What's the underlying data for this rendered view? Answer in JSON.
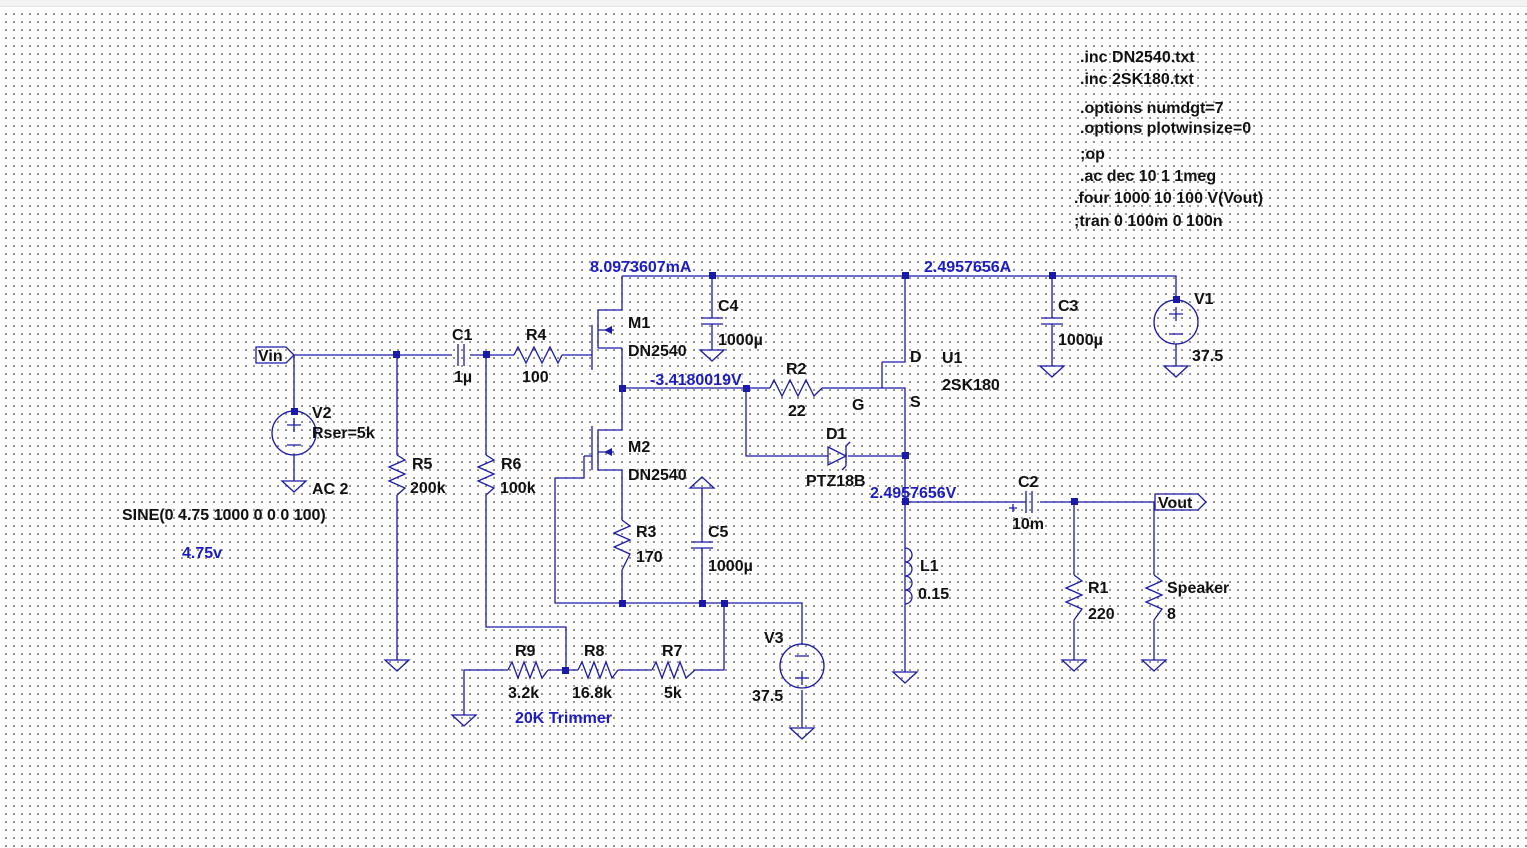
{
  "window": {
    "title": ""
  },
  "directives": [
    ".inc DN2540.txt",
    ".inc 2SK180.txt",
    ".options numdgt=7",
    ".options plotwinsize=0",
    ";op",
    ".ac dec 10 1 1meg",
    ".four 1000 10 100 V(Vout)",
    ";tran 0 100m 0 100n"
  ],
  "ports": {
    "vin": "Vin",
    "vout": "Vout"
  },
  "probes": {
    "supply_current": "8.0973607mA",
    "drain_current": "2.4957656A",
    "gate_voltage": "-3.4180019V",
    "output_voltage": "2.4957656V",
    "input_amplitude": "4.75v"
  },
  "components": {
    "V2": {
      "name": "V2",
      "param": "Rser=5k",
      "ac": "AC 2",
      "source": "SINE(0 4.75 1000 0 0 0 100)"
    },
    "C1": {
      "name": "C1",
      "value": "1µ"
    },
    "R4": {
      "name": "R4",
      "value": "100"
    },
    "R5": {
      "name": "R5",
      "value": "200k"
    },
    "R6": {
      "name": "R6",
      "value": "100k"
    },
    "M1": {
      "name": "M1",
      "model": "DN2540"
    },
    "M2": {
      "name": "M2",
      "model": "DN2540"
    },
    "C4": {
      "name": "C4",
      "value": "1000µ"
    },
    "C5": {
      "name": "C5",
      "value": "1000µ"
    },
    "R3": {
      "name": "R3",
      "value": "170"
    },
    "R2": {
      "name": "R2",
      "value": "22"
    },
    "U1": {
      "name": "U1",
      "model": "2SK180",
      "pin_d": "D",
      "pin_g": "G",
      "pin_s": "S"
    },
    "D1": {
      "name": "D1",
      "model": "PTZ18B"
    },
    "C3": {
      "name": "C3",
      "value": "1000µ"
    },
    "V1": {
      "name": "V1",
      "value": "37.5"
    },
    "C2": {
      "name": "C2",
      "value": "10m"
    },
    "L1": {
      "name": "L1",
      "value": "0.15"
    },
    "R1": {
      "name": "R1",
      "value": "220"
    },
    "Speaker": {
      "name": "Speaker",
      "value": "8"
    },
    "R9": {
      "name": "R9",
      "value": "3.2k"
    },
    "R8": {
      "name": "R8",
      "value": "16.8k"
    },
    "R7": {
      "name": "R7",
      "value": "5k"
    },
    "V3": {
      "name": "V3",
      "value": "37.5"
    }
  },
  "notes": {
    "trimmer": "20K Trimmer"
  },
  "colors": {
    "wire": "#1a1aa8",
    "label": "#111111",
    "probe": "#1c1cc4",
    "grid_dot": "#7a7a7a"
  }
}
